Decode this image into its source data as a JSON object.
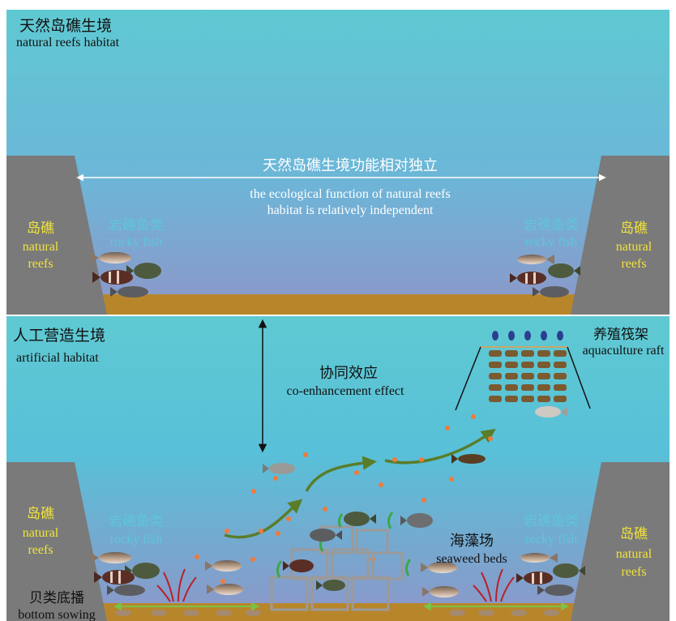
{
  "top_panel": {
    "title_cn": "天然岛礁生境",
    "title_en": "natural reefs habitat",
    "function_cn": "天然岛礁生境功能相对独立",
    "function_en_line1": "the ecological function of natural reefs",
    "function_en_line2": "habitat is relatively independent",
    "reef_left_cn": "岛礁",
    "reef_left_en1": "natural",
    "reef_left_en2": "reefs",
    "reef_right_cn": "岛礁",
    "reef_right_en1": "natural",
    "reef_right_en2": "reefs",
    "fish_left_cn": "岩礁鱼类",
    "fish_left_en": "rocky fish",
    "fish_right_cn": "岩礁鱼类",
    "fish_right_en": "rocky fish"
  },
  "bottom_panel": {
    "title_cn": "人工营造生境",
    "title_en": "artificial habitat",
    "synergy_cn": "协同效应",
    "synergy_en": "co-enhancement effect",
    "raft_cn": "养殖筏架",
    "raft_en": "aquaculture raft",
    "reef_left_cn": "岛礁",
    "reef_left_en1": "natural",
    "reef_left_en2": "reefs",
    "reef_right_cn": "岛礁",
    "reef_right_en1": "natural",
    "reef_right_en2": "reefs",
    "fish_left_cn": "岩礁鱼类",
    "fish_left_en": "rocky fish",
    "fish_right_cn": "岩礁鱼类",
    "fish_right_en": "rocky fish",
    "seaweed_cn": "海藻场",
    "seaweed_en": "seaweed beds",
    "sowing_cn": "贝类底播",
    "sowing_en": "bottom sowing"
  },
  "colors": {
    "water_top": "#5fc9d2",
    "water_bottom": "#8e96c8",
    "reef_rock": "#7a7a7a",
    "seabed": "#b8862a",
    "reef_label": "#f2e33a",
    "fish_label": "#5fc6d6",
    "flow_arrow": "#5a7d2a",
    "particles": "#f07a3a",
    "sowing_arrow": "#7bc24a"
  }
}
